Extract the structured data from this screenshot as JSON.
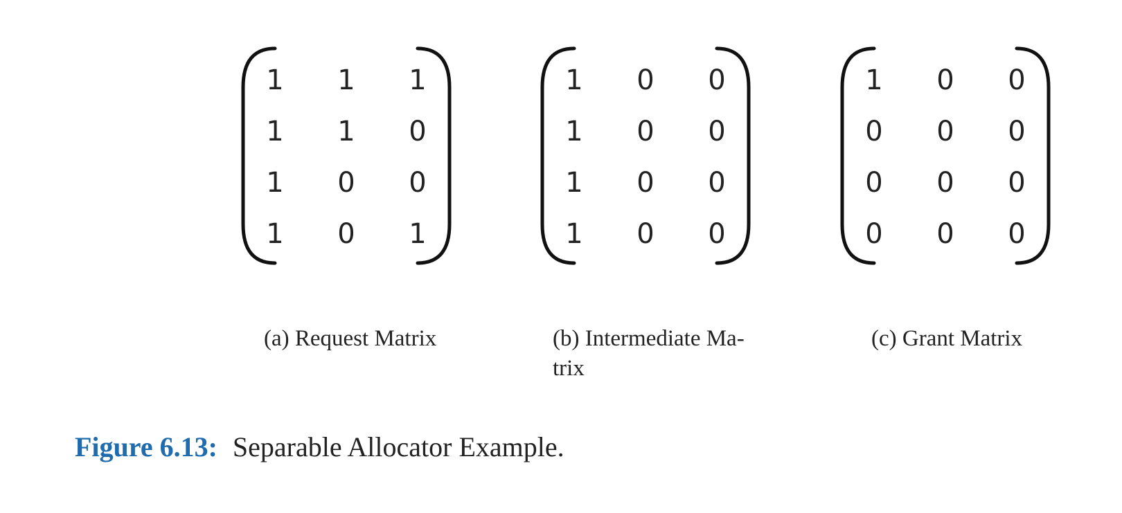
{
  "matrices": [
    {
      "rows": [
        [
          "1",
          "1",
          "1"
        ],
        [
          "1",
          "1",
          "0"
        ],
        [
          "1",
          "0",
          "0"
        ],
        [
          "1",
          "0",
          "1"
        ]
      ],
      "caption_line1": "(a) Request Matrix",
      "caption_line2": ""
    },
    {
      "rows": [
        [
          "1",
          "0",
          "0"
        ],
        [
          "1",
          "0",
          "0"
        ],
        [
          "1",
          "0",
          "0"
        ],
        [
          "1",
          "0",
          "0"
        ]
      ],
      "caption_line1": "(b) Intermediate Ma-",
      "caption_line2": "trix"
    },
    {
      "rows": [
        [
          "1",
          "0",
          "0"
        ],
        [
          "0",
          "0",
          "0"
        ],
        [
          "0",
          "0",
          "0"
        ],
        [
          "0",
          "0",
          "0"
        ]
      ],
      "caption_line1": "(c) Grant Matrix",
      "caption_line2": ""
    }
  ],
  "figure": {
    "label": "Figure 6.13:",
    "text": "Separable Allocator Example."
  },
  "colors": {
    "figure_label": "#1f6bad",
    "text": "#222222",
    "bracket": "#111111"
  }
}
